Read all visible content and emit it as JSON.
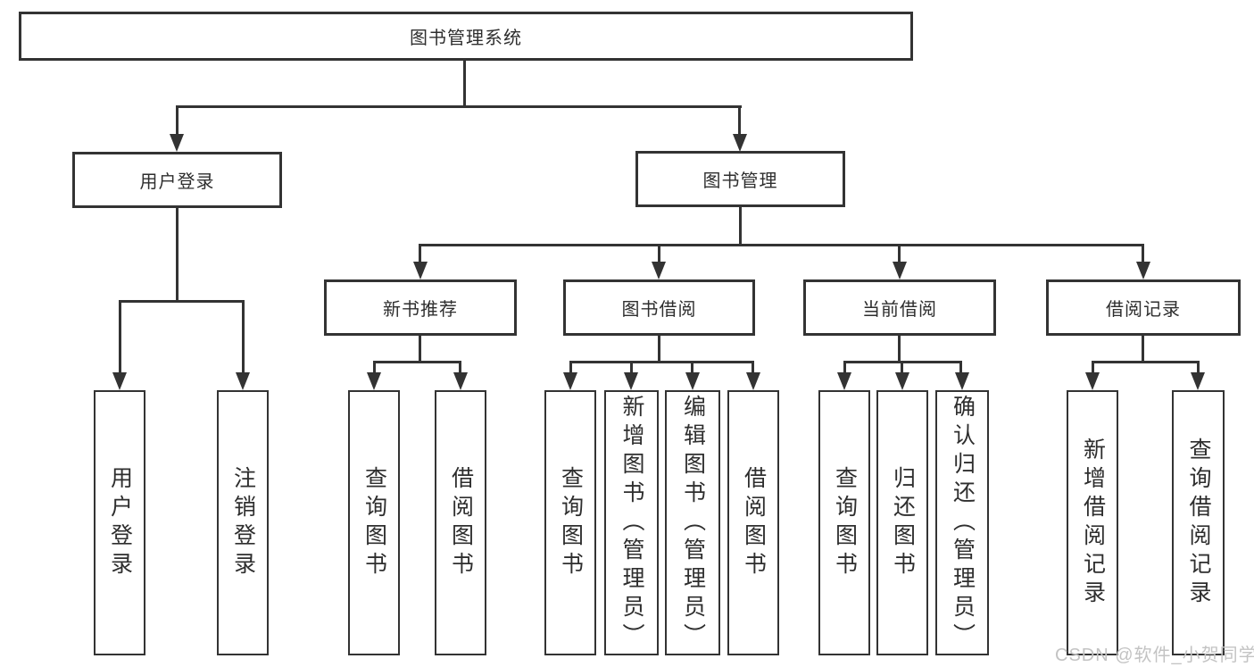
{
  "diagram_title": "图书管理系统",
  "nodes": {
    "root": "图书管理系统",
    "user_login": "用户登录",
    "book_mgmt": "图书管理",
    "new_book_rec": "新书推荐",
    "book_borrow": "图书借阅",
    "current_borrow": "当前借阅",
    "borrow_record": "借阅记录",
    "ul_user_login": "用户登录",
    "ul_logout": "注销登录",
    "nb_query_book": "查询图书",
    "nb_borrow_book": "借阅图书",
    "bb_query_book": "查询图书",
    "bb_add_book": "新增图书（管理员）",
    "bb_edit_book": "编辑图书（管理员）",
    "bb_borrow_book": "借阅图书",
    "cb_query_book": "查询图书",
    "cb_return_book": "归还图书",
    "cb_confirm_return": "确认归还（管理员）",
    "br_add_record": "新增借阅记录",
    "br_query_record": "查询借阅记录"
  },
  "watermark": "CSDN @软件_小贺同学",
  "colors": {
    "line": "#333333",
    "text": "#2e2e2e",
    "watermark": "#c3c3c3",
    "background": "#ffffff"
  }
}
